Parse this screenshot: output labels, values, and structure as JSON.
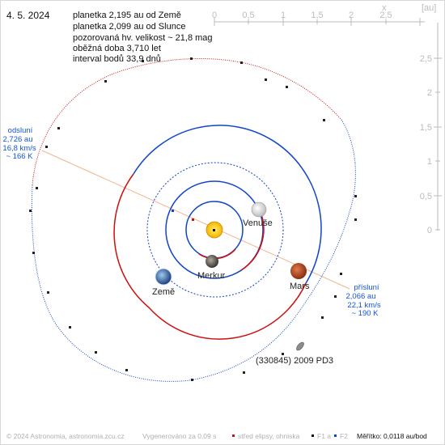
{
  "date": "4. 5. 2024",
  "info": {
    "line1": "planetka 2,195 au od Země",
    "line2": "planetka 2,099 au od Slunce",
    "line3": "pozorovaná hv. velikost ~ 21,8 mag",
    "line4": "oběžná doba 3,710 let",
    "line5": "interval bodů 33,9 dnů"
  },
  "axes": {
    "x_label": "x",
    "unit": "[au]",
    "x_ticks": [
      "0",
      "0,5",
      "1",
      "1,5",
      "2",
      "2,5"
    ],
    "y_ticks": [
      "2,5",
      "2",
      "1,5",
      "1",
      "0,5",
      "0"
    ]
  },
  "aphelion": {
    "title": "odsluní",
    "distance": "2,726 au",
    "speed": "16,8 km/s",
    "temp": "~ 166 K"
  },
  "perihelion": {
    "title": "přísluní",
    "distance": "2,066 au",
    "speed": "22,1 km/s",
    "temp": "~ 190 K"
  },
  "bodies": {
    "venus": "Venuše",
    "mercury": "Merkur",
    "earth": "Země",
    "mars": "Mars",
    "asteroid": "(330845) 2009 PD3"
  },
  "footer": {
    "copyright": "© 2024 Astronomia, astronomia.zcu.cz",
    "generated": "Vygenerováno za 0,09 s",
    "legend_center": "střed elipsy, ohniska",
    "legend_f1": "F1 a",
    "legend_f2": "F2",
    "scale": "Měřítko: 0,0118 au/bod"
  },
  "colors": {
    "red_orbit": "#cc1111",
    "blue_orbit": "#1144cc",
    "label_blue": "#1155dd",
    "apsis_line": "#f2b48c",
    "axis_gray": "#bbbbbb"
  }
}
